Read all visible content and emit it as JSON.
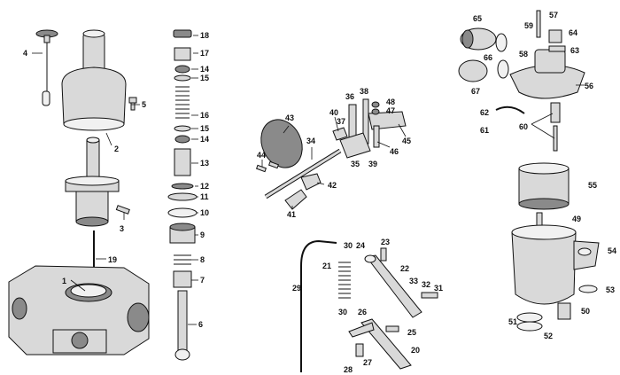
{
  "callouts": {
    "c1": "1",
    "c2": "2",
    "c3": "3",
    "c4": "4",
    "c5": "5",
    "c6": "6",
    "c7": "7",
    "c8": "8",
    "c9": "9",
    "c10": "10",
    "c11": "11",
    "c12": "12",
    "c13": "13",
    "c14a": "14",
    "c14b": "14",
    "c15a": "15",
    "c15b": "15",
    "c16": "16",
    "c17": "17",
    "c18": "18",
    "c19": "19",
    "c20": "20",
    "c21": "21",
    "c22": "22",
    "c23": "23",
    "c24": "24",
    "c25": "25",
    "c26": "26",
    "c27": "27",
    "c28": "28",
    "c29": "29",
    "c30a": "30",
    "c30b": "30",
    "c31": "31",
    "c32": "32",
    "c33": "33",
    "c34": "34",
    "c35": "35",
    "c36": "36",
    "c37": "37",
    "c38": "38",
    "c39": "39",
    "c40": "40",
    "c41": "41",
    "c42": "42",
    "c43": "43",
    "c44": "44",
    "c45": "45",
    "c46": "46",
    "c47": "47",
    "c48": "48",
    "c49": "49",
    "c50": "50",
    "c51": "51",
    "c52": "52",
    "c53": "53",
    "c54": "54",
    "c55": "55",
    "c56": "56",
    "c57": "57",
    "c58": "58",
    "c59": "59",
    "c60": "60",
    "c61": "61",
    "c62": "62",
    "c63": "63",
    "c64": "64",
    "c65": "65",
    "c66": "66",
    "c67": "67"
  },
  "colors": {
    "ink": "#111111",
    "metal": "#d9d9d9",
    "shadow": "#8a8a8a",
    "paper": "#ffffff"
  }
}
